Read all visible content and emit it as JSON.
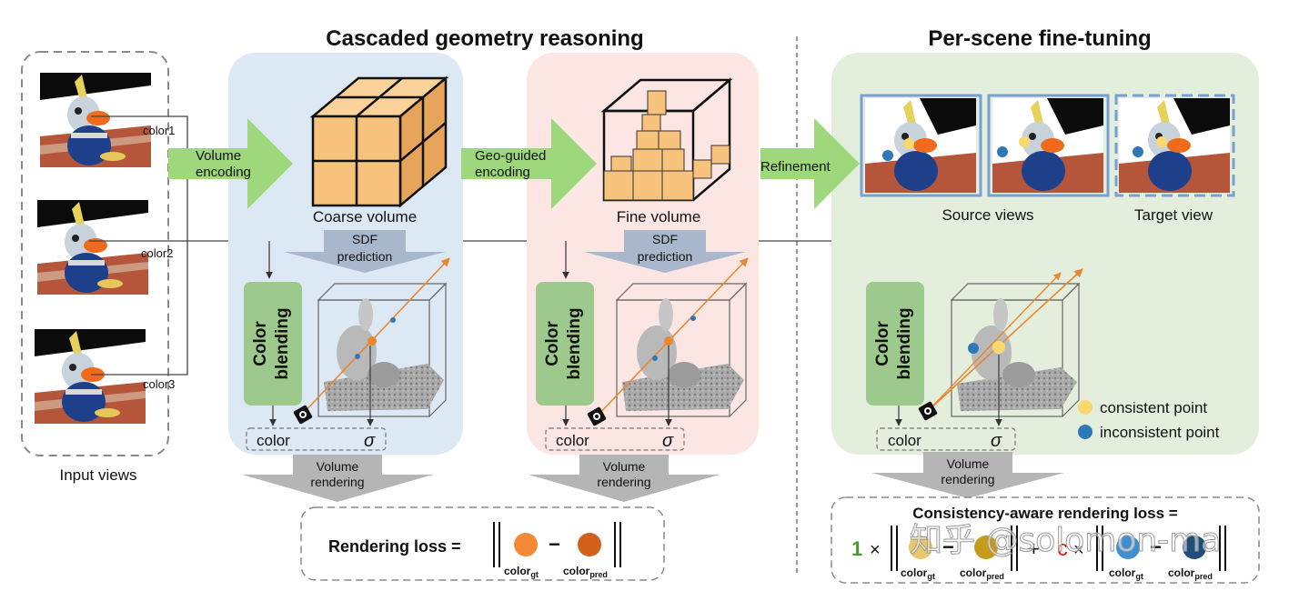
{
  "sections": {
    "left_title": "Cascaded geometry reasoning",
    "right_title": "Per-scene fine-tuning"
  },
  "input": {
    "caption": "Input views",
    "color_labels": [
      "color1",
      "color2",
      "color3"
    ]
  },
  "arrows": {
    "volume_encoding": [
      "Volume",
      "encoding"
    ],
    "geo_guided_encoding": [
      "Geo-guided",
      "encoding"
    ],
    "refinement": "Refinement"
  },
  "coarse": {
    "caption": "Coarse volume",
    "sdf": [
      "SDF",
      "prediction"
    ],
    "blending": [
      "Color",
      "blending"
    ],
    "color_label": "color",
    "sigma_label": "σ",
    "volume_rendering": [
      "Volume",
      "rendering"
    ]
  },
  "fine": {
    "caption": "Fine volume",
    "sdf": [
      "SDF",
      "prediction"
    ],
    "blending": [
      "Color",
      "blending"
    ],
    "color_label": "color",
    "sigma_label": "σ",
    "volume_rendering": [
      "Volume",
      "rendering"
    ]
  },
  "finetune": {
    "source_caption": "Source views",
    "target_caption": "Target view",
    "blending": [
      "Color",
      "blending"
    ],
    "color_label": "color",
    "sigma_label": "σ",
    "volume_rendering": [
      "Volume",
      "rendering"
    ],
    "legend": {
      "consistent": "consistent point",
      "inconsistent": "inconsistent point"
    }
  },
  "loss": {
    "rendering_label": "Rendering loss =",
    "color_gt": "color",
    "color_gt_sub": "gt",
    "color_pred": "color",
    "color_pred_sub": "pred",
    "consistency_title": "Consistency-aware rendering loss =",
    "coef_one": "1",
    "coef_c": "c",
    "times": "×",
    "minus": "−",
    "plus": "+"
  },
  "watermark": "知乎 @solomon-ma",
  "colors": {
    "blue_panel": "#dde8f5",
    "pink_panel": "#fbe6e4",
    "green_panel": "#e3efdc",
    "green_arrow": "#9fd77c",
    "gray_arrow": "#b5b5b5",
    "sdf_arrow": "#a9b7cc",
    "blend_box": "#9ec98c",
    "voxel": "#f7c27c",
    "consistent": "#f9d86e",
    "inconsistent": "#2f78b7",
    "gt_orange": "#f28a35",
    "pred_orange": "#d1611a",
    "gt_gold": "#e8c66b",
    "pred_gold": "#c79b1a",
    "gt_blue": "#3e8fd0",
    "pred_blue": "#1f4e79",
    "coef_green": "#4c9a2a",
    "coef_red": "#e02020",
    "ray": "#e8872f"
  }
}
